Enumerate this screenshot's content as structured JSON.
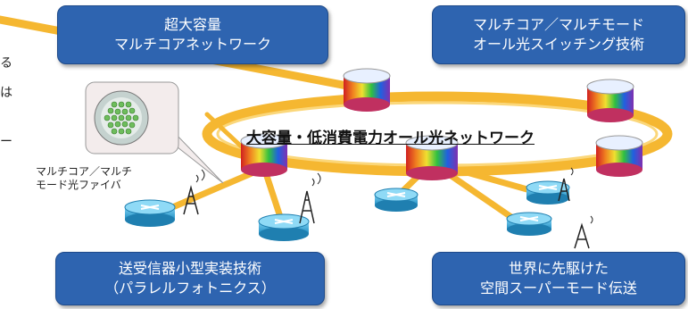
{
  "boxes": {
    "top_left": [
      "超大容量",
      "マルチコアネットワーク"
    ],
    "top_right": [
      "マルチコア／マルチモード",
      "オール光スイッチング技術"
    ],
    "bottom_left": [
      "送受信器小型実装技術",
      "（パラレルフォトニクス）"
    ],
    "bottom_right": [
      "世界に先駆けた",
      "空間スーパーモード伝送"
    ]
  },
  "network_label": "大容量・低消費電力オール光ネットワーク",
  "fiber_label": [
    "マルチコア／マルチ",
    "モード光ファイバ"
  ],
  "edge_text": [
    "る",
    "は",
    "ー"
  ],
  "colors": {
    "box_blue": "#2e64b0",
    "fiber_orange": "#f5b731",
    "switch_blue": "#2aa3d8"
  },
  "icons": [
    "multicore-fiber-cross-section-icon",
    "router-icon",
    "spectrum-switch-node-icon",
    "antenna-tower-icon"
  ]
}
